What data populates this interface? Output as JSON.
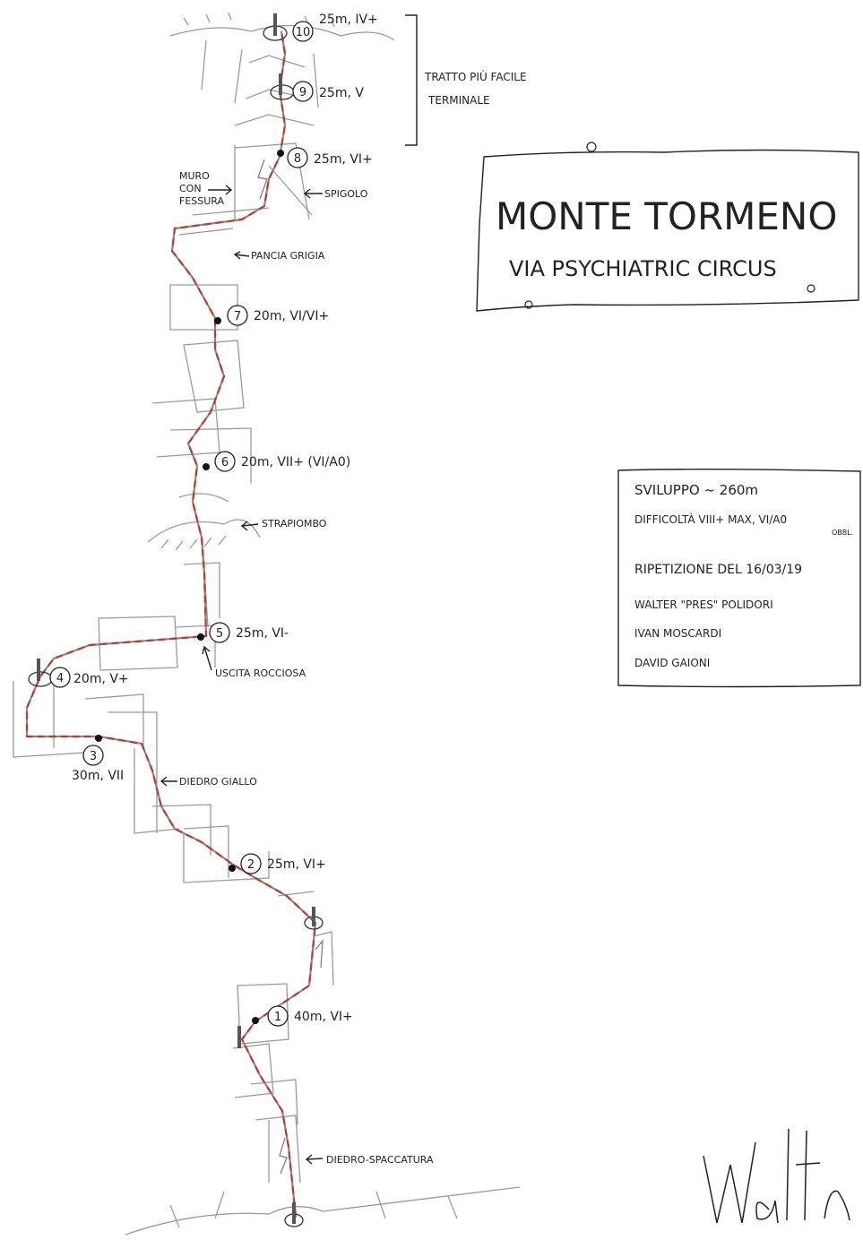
{
  "title_box": {
    "title": "MONTE TORMENO",
    "subtitle": "VIA PSYCHIATRIC CIRCUS"
  },
  "info_box": {
    "sviluppo": "SVILUPPO ~ 260m",
    "difficolta": "DIFFICOLTÀ VIII+ MAX, VI/A0",
    "difficolta_note": "OBBL.",
    "ripetizione": "RIPETIZIONE DEL 16/03/19",
    "climber_1": "WALTER \"PRES\" POLIDORI",
    "climber_2": "IVAN MOSCARDI",
    "climber_3": "DAVID GAIONI"
  },
  "bracket_note": {
    "line_1": "TRATTO PIÙ FACILE",
    "line_2": "TERMINALE"
  },
  "pitches": [
    {
      "number": "10",
      "label": "25m, IV+"
    },
    {
      "number": "9",
      "label": "25m, V"
    },
    {
      "number": "8",
      "label": "25m, VI+"
    },
    {
      "number": "7",
      "label": "20m, VI/VI+"
    },
    {
      "number": "6",
      "label": "20m, VII+ (VI/A0)"
    },
    {
      "number": "5",
      "label": "25m, VI-"
    },
    {
      "number": "4",
      "label": "20m, V+"
    },
    {
      "number": "3",
      "label": "30m, VII"
    },
    {
      "number": "2",
      "label": "25m, VI+"
    },
    {
      "number": "1",
      "label": "40m, VI+"
    }
  ],
  "features": {
    "muro_con_fessura": [
      "MURO",
      "CON",
      "FESSURA"
    ],
    "spigolo": "SPIGOLO",
    "pancia_grigia": "PANCIA GRIGIA",
    "strapiombo": "STRAPIOMBO",
    "uscita_rocciosa": "USCITA ROCCIOSA",
    "diedro_giallo": "DIEDRO GIALLO",
    "diedro_spaccatura": "DIEDRO-SPACCATURA"
  },
  "signature": "Walter",
  "colors": {
    "route": "#c0392b",
    "ink": "#222222",
    "rock": "#9a9a9a",
    "paper": "#ffffff"
  }
}
